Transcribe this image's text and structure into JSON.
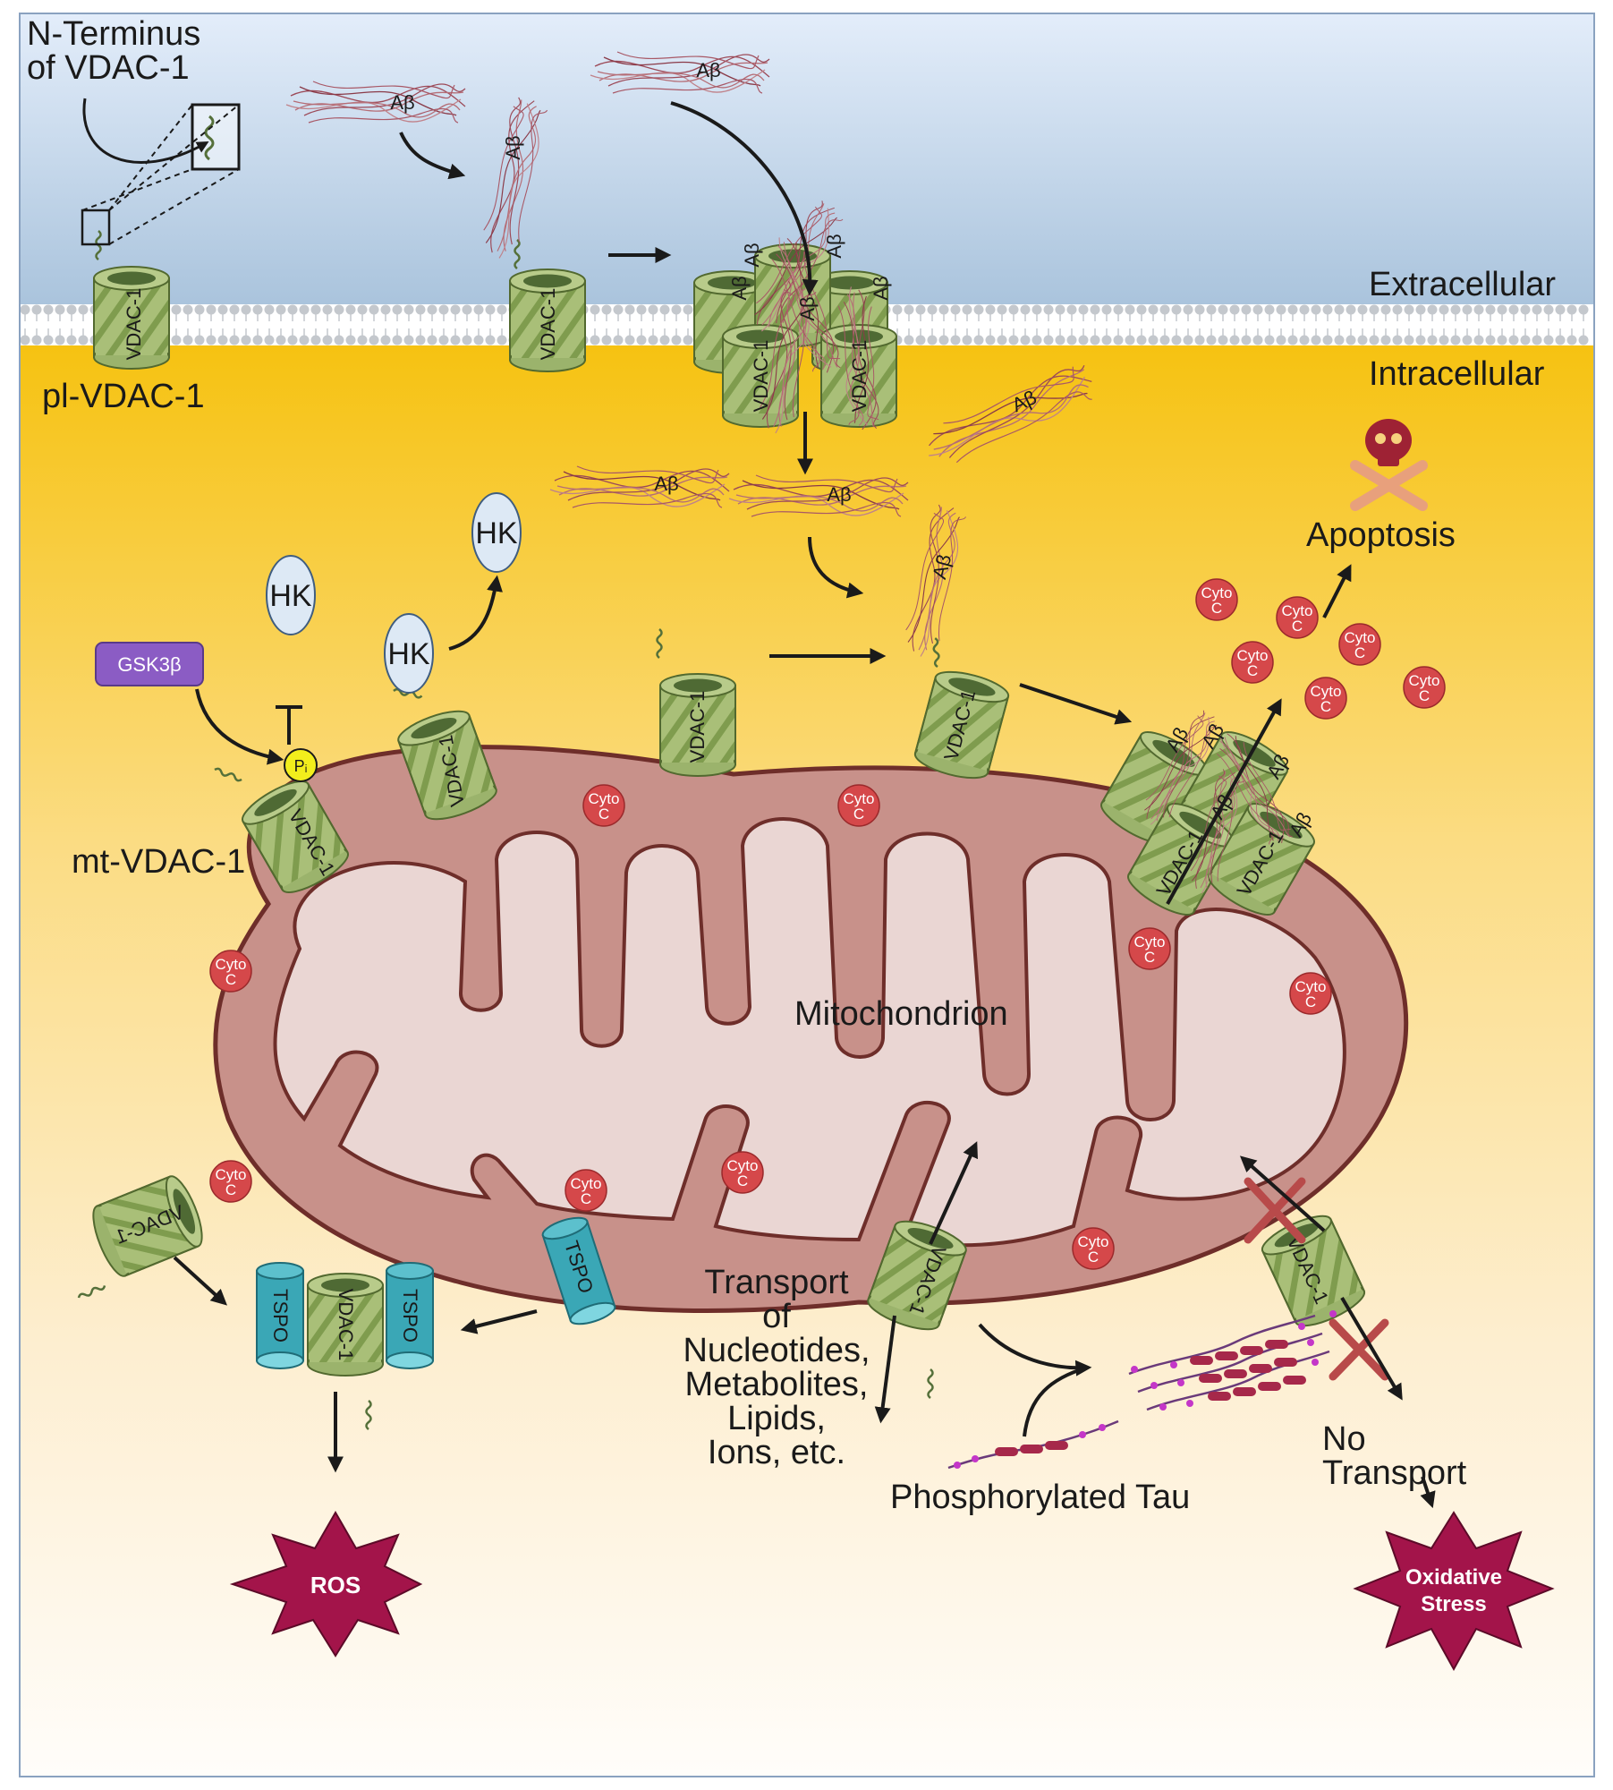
{
  "labels": {
    "n_terminus_line1": "N-Terminus",
    "n_terminus_line2": "of VDAC-1",
    "pl_vdac": "pl-VDAC-1",
    "mt_vdac": "mt-VDAC-1",
    "extracellular": "Extracellular",
    "intracellular": "Intracellular",
    "apoptosis": "Apoptosis",
    "mitochondrion": "Mitochondrion",
    "transport_line1": "Transport",
    "transport_line2": "of",
    "transport_line3": "Nucleotides,",
    "transport_line4": "Metabolites,",
    "transport_line5": "Lipids,",
    "transport_line6": "Ions, etc.",
    "phosphorylated_tau": "Phosphorylated Tau",
    "no_transport_line1": "No",
    "no_transport_line2": "Transport",
    "ros": "ROS",
    "oxidative_line1": "Oxidative",
    "oxidative_line2": "Stress"
  },
  "proteins": {
    "vdac": "VDAC-1",
    "abeta": "Aβ",
    "hk": "HK",
    "gsk3b": "GSK3β",
    "pi": "Pᵢ",
    "tspo": "TSPO",
    "cyto_line1": "Cyto",
    "cyto_line2": "C"
  },
  "colors": {
    "extracellular_top": "#e3edfa",
    "extracellular_bottom": "#a9c3dc",
    "cytoplasm_top": "#f6c210",
    "cytoplasm_bottom": "#fffdfa",
    "mito_outer": "#c8918a",
    "mito_matrix": "#ead6d3",
    "mito_edge": "#6e2e2a",
    "vdac_green": "#a9bf78",
    "tspo_teal": "#3aa7b6",
    "cyto_red": "#d5484a",
    "hk_fill": "#dde9f5",
    "gsk3b_fill": "#8b5cc4",
    "pi_fill": "#f2ee1c",
    "burst_fill": "#a3144a",
    "inhibit_x": "#b84a4a"
  }
}
